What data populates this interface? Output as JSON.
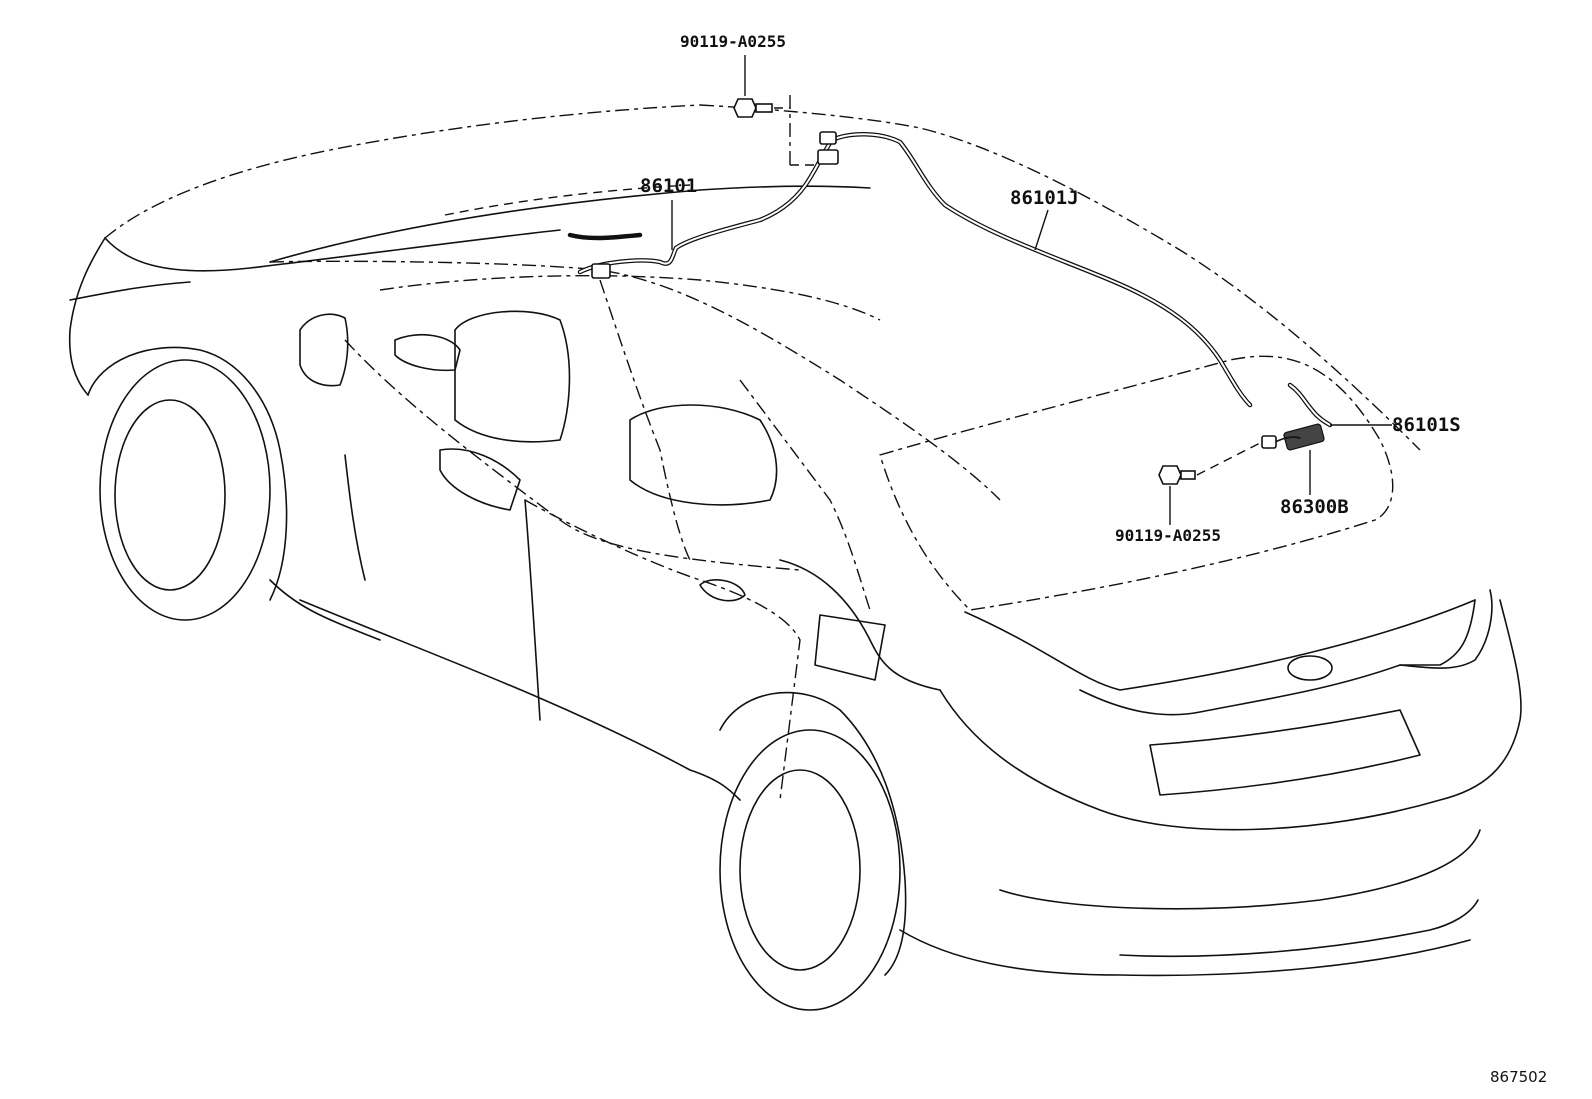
{
  "labels": {
    "bolt_top": "90119-A0255",
    "wire_front": "86101",
    "cable_main": "86101J",
    "cable_rear": "86101S",
    "antenna": "86300B",
    "bolt_rear": "90119-A0255"
  },
  "reference": "867502"
}
